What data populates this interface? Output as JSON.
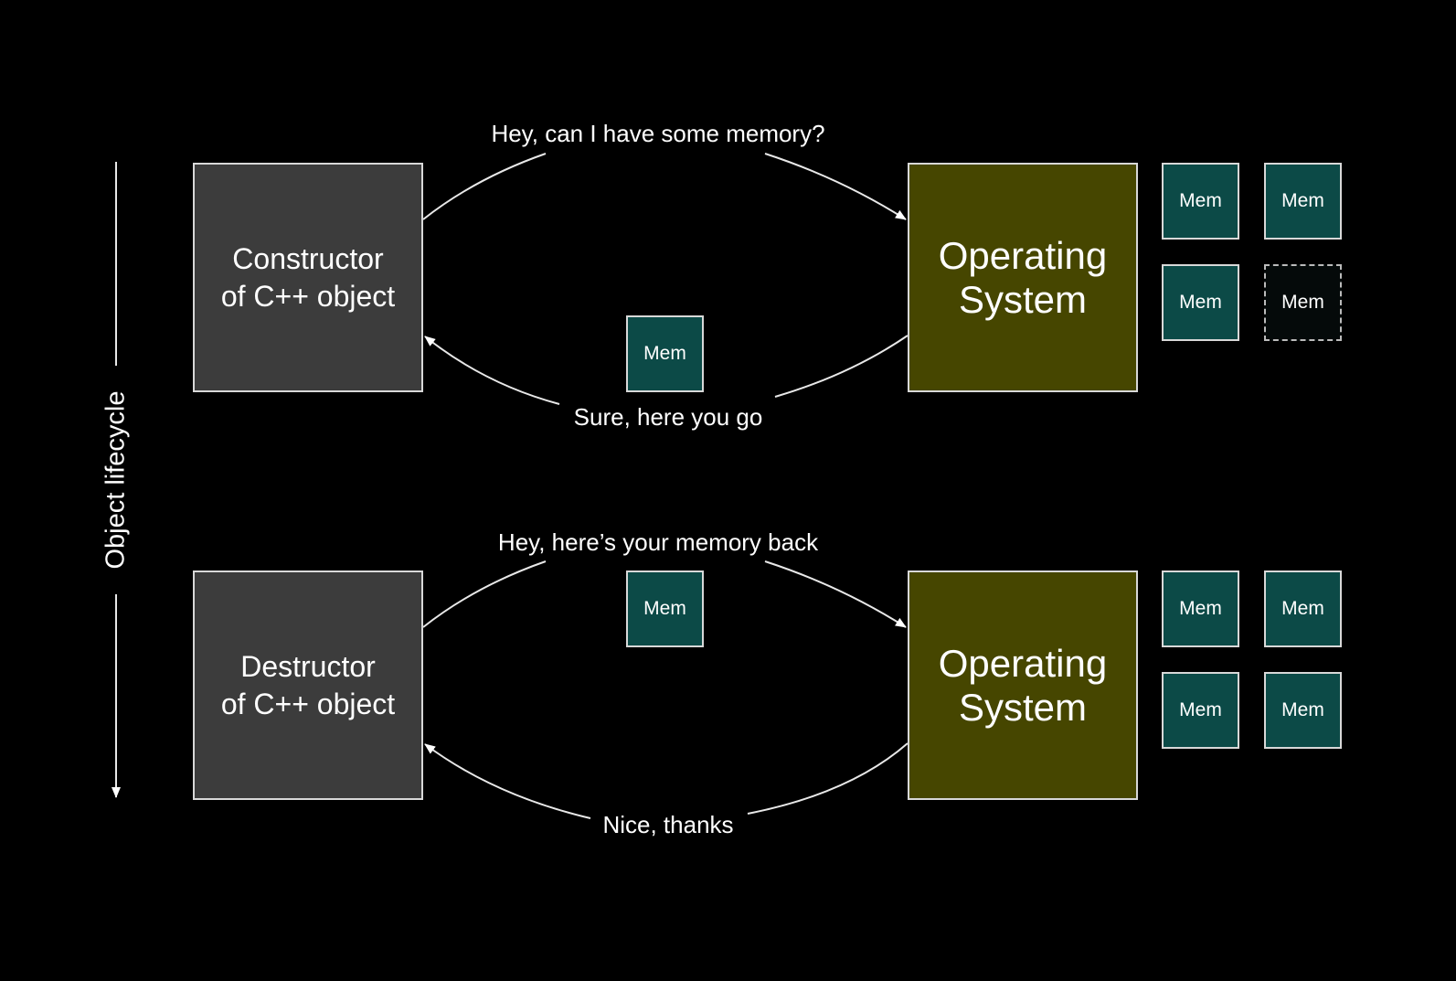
{
  "lifecycle_label": "Object lifecycle",
  "top": {
    "object_box": "Constructor\nof C++ object",
    "os_box": "Operating\nSystem",
    "request": "Hey, can I have some memory?",
    "response": "Sure, here you go",
    "transfer_mem": "Mem",
    "os_mem": [
      "Mem",
      "Mem",
      "Mem",
      "Mem"
    ],
    "os_mem_taken_index": 3
  },
  "bottom": {
    "object_box": "Destructor\nof C++ object",
    "os_box": "Operating\nSystem",
    "request": "Hey, here’s your memory back",
    "response": "Nice, thanks",
    "transfer_mem": "Mem",
    "os_mem": [
      "Mem",
      "Mem",
      "Mem",
      "Mem"
    ]
  },
  "colors": {
    "background": "#000000",
    "object_box": "#3c3c3c",
    "os_box": "#464600",
    "mem_tile": "#0c4a47"
  }
}
